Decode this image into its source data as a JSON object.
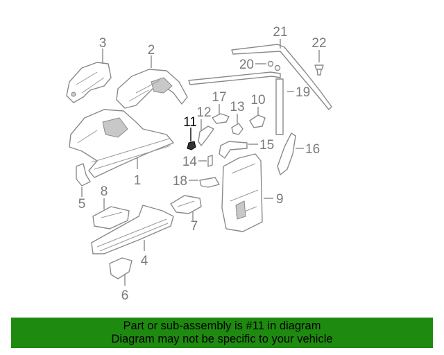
{
  "diagram": {
    "callouts": [
      {
        "label": "1",
        "highlight": false
      },
      {
        "label": "2",
        "highlight": false
      },
      {
        "label": "3",
        "highlight": false
      },
      {
        "label": "4",
        "highlight": false
      },
      {
        "label": "5",
        "highlight": false
      },
      {
        "label": "6",
        "highlight": false
      },
      {
        "label": "7",
        "highlight": false
      },
      {
        "label": "8",
        "highlight": false
      },
      {
        "label": "9",
        "highlight": false
      },
      {
        "label": "10",
        "highlight": false
      },
      {
        "label": "11",
        "highlight": true
      },
      {
        "label": "12",
        "highlight": false
      },
      {
        "label": "13",
        "highlight": false
      },
      {
        "label": "14",
        "highlight": false
      },
      {
        "label": "15",
        "highlight": false
      },
      {
        "label": "16",
        "highlight": false
      },
      {
        "label": "17",
        "highlight": false
      },
      {
        "label": "18",
        "highlight": false
      },
      {
        "label": "19",
        "highlight": false
      },
      {
        "label": "20",
        "highlight": false
      },
      {
        "label": "21",
        "highlight": false
      },
      {
        "label": "22",
        "highlight": false
      }
    ],
    "colors": {
      "callout": "#7a7a7a",
      "highlight": "#000000",
      "part_stroke": "#8a8a8a"
    }
  },
  "banner": {
    "line1": "Part or sub-assembly is #11 in diagram",
    "line2": "Diagram may not be specific to your vehicle",
    "background": "#1f8a10"
  }
}
